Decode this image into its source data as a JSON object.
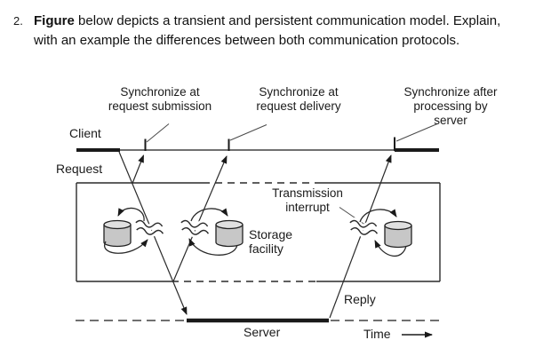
{
  "question": {
    "number": "2.",
    "bold_lead": "Figure",
    "rest": " below depicts a transient and persistent communication model. Explain,\nwith an example the differences between both communication protocols."
  },
  "diagram": {
    "labels": {
      "sync_submission": "Synchronize at\nrequest submission",
      "sync_delivery": "Synchronize at\nrequest delivery",
      "sync_processing": "Synchronize after\nprocessing by server",
      "client": "Client",
      "request": "Request",
      "transmission_interrupt": "Transmission\ninterrupt",
      "storage_facility": "Storage\nfacility",
      "reply": "Reply",
      "server": "Server",
      "time": "Time"
    },
    "colors": {
      "line": "#1a1a1a",
      "callout_line": "#4a4a4a",
      "cylinder_body": "#c7c7c7",
      "cylinder_top": "#e0e0e0",
      "background": "#ffffff"
    },
    "icons": [
      "storage-cylinder-icon",
      "transmission-interrupt-icon",
      "time-arrow-icon"
    ]
  }
}
